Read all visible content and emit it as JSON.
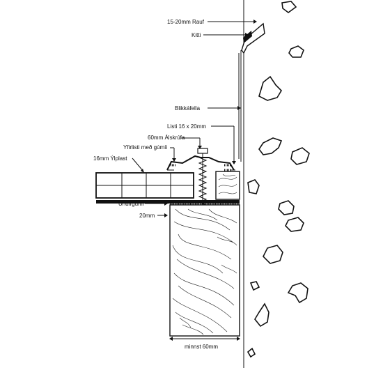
{
  "labels": {
    "rauf": "15-20mm Rauf",
    "kitti": "Kitti",
    "blikkafella": "Blikkáfella",
    "listi": "Listi 16 x 20mm",
    "alskrufa": "60mm Álskrúfa",
    "yfirlisti": "Yfirlisti með gúmíi",
    "yliplast": "16mm Ýlplast",
    "undirgumi": "Undirgúmí",
    "gap": "20mm",
    "width": "minnst 60mm"
  }
}
